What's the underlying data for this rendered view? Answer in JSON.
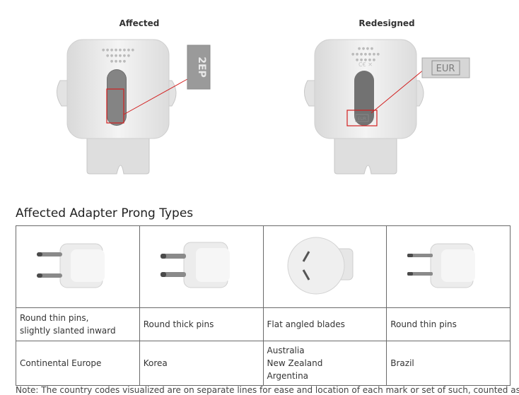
{
  "figures": {
    "affected_label": "Affected",
    "redesigned_label": "Redesigned",
    "affected_callout": "2ЕР",
    "redesigned_callout": "EUR",
    "redesigned_small_mark": "EUR"
  },
  "section": {
    "title": "Affected Adapter Prong Types"
  },
  "table": {
    "rows": {
      "descriptions": [
        [
          "Round thin pins,",
          "slightly slanted inward"
        ],
        [
          "Round thick pins"
        ],
        [
          "Flat angled blades"
        ],
        [
          "Round thin pins"
        ]
      ],
      "regions": [
        [
          "Continental Europe"
        ],
        [
          "Korea"
        ],
        [
          "Australia",
          "New Zealand",
          "Argentina"
        ],
        [
          "Brazil"
        ]
      ]
    }
  },
  "note": {
    "text": "Note: The country codes visualized are on separate lines for ease and location of each mark or set of such, counted as such"
  }
}
